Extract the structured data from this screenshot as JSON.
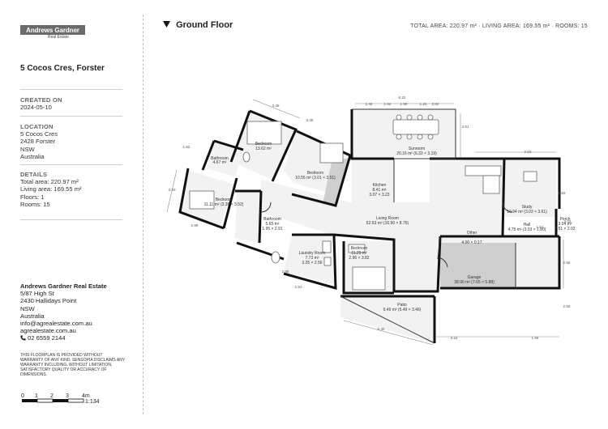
{
  "brand": {
    "name": "Andrews Gardner",
    "sub": "Real Estate"
  },
  "property": {
    "title": "5 Cocos Cres, Forster",
    "created_label": "CREATED ON",
    "created": "2024-05-10",
    "location_label": "LOCATION",
    "location_lines": [
      "5 Cocos Cres",
      "2428 Forster",
      "NSW",
      "Australia"
    ],
    "details_label": "DETAILS",
    "details_lines": [
      "Total area: 220.97 m²",
      "Living area: 169.55 m²",
      "Floors: 1",
      "Rooms: 15"
    ]
  },
  "agency": {
    "name": "Andrews Gardner Real Estate",
    "lines": [
      "5/87 High St",
      "2430 Hallidays Point",
      "NSW",
      "Australia"
    ],
    "email": "info@agrealestate.com.au",
    "website": "agrealestate.com.au",
    "phone": "02 6559 2144",
    "phone_icon": "phone-icon"
  },
  "disclaimer": "THIS FLOORPLAN IS PROVIDED WITHOUT WARRANTY OF ANY KIND. SENSOPIA DISCLAIMS ANY WARRANTY INCLUDING, WITHOUT LIMITATION, SATISFACTORY QUALITY OR ACCURACY OF DIMENSIONS.",
  "scale": {
    "ticks": [
      "0",
      "1",
      "2",
      "3",
      "4m"
    ],
    "ratio": "1:134"
  },
  "floor": {
    "arrow_icon": "triangle-down-icon",
    "title": "Ground Floor",
    "totals": "TOTAL AREA: 220.97 m² · LIVING AREA: 169.55 m² · ROOMS: 15"
  },
  "rooms": [
    {
      "name": "Bedroom",
      "area": "13.62 m²"
    },
    {
      "name": "Bathroom",
      "area": "4.67 m²"
    },
    {
      "name": "Bedroom",
      "area": "11.11 m² (3.36 × 3.52)"
    },
    {
      "name": "Bedroom",
      "area": "10.55 m² (3.01 × 3.51)"
    },
    {
      "name": "Sunroom",
      "area": "20.16 m² (6.33 × 3.19)"
    },
    {
      "name": "Kitchen",
      "area": "8.41 m²",
      "dims": "3.07 × 3.23"
    },
    {
      "name": "Living Room",
      "area": "62.63 m² (16.90 × 8.76)"
    },
    {
      "name": "Study",
      "area": "10.94 m² (3.03 × 3.61)"
    },
    {
      "name": "Hall",
      "area": "4.75 m² (3.03 × 1.80)"
    },
    {
      "name": "Porch",
      "area": "3.04 m²",
      "dims": "1.51 × 2.02"
    },
    {
      "name": "Bathroom",
      "area": "5.65 m²",
      "dims": "1.95 × 2.91"
    },
    {
      "name": "Laundry Room",
      "area": "7.73 m²",
      "dims": "3.25 × 2.56"
    },
    {
      "name": "Bedroom",
      "area": "11.29 m²",
      "dims": "2.96 × 3.82"
    },
    {
      "name": "Other",
      "area": "4.00 × 0.17"
    },
    {
      "name": "Garage",
      "area": "38.90 m² (7.65 × 5.88)"
    },
    {
      "name": "Patio",
      "area": "9.49 m² (5.49 × 3.46)"
    }
  ],
  "dimensions": [
    "6.22",
    "1.42",
    "1.54",
    "1.90",
    "1.22",
    "2.84",
    "3.48",
    "3.26",
    "3.61",
    "2.03",
    "1.83",
    "2.02",
    "1.51",
    "2.56",
    "2.55",
    "3.22",
    "1.94",
    "5.40",
    "2.81",
    "2.85",
    "3.20",
    "2.99",
    "1.62"
  ]
}
